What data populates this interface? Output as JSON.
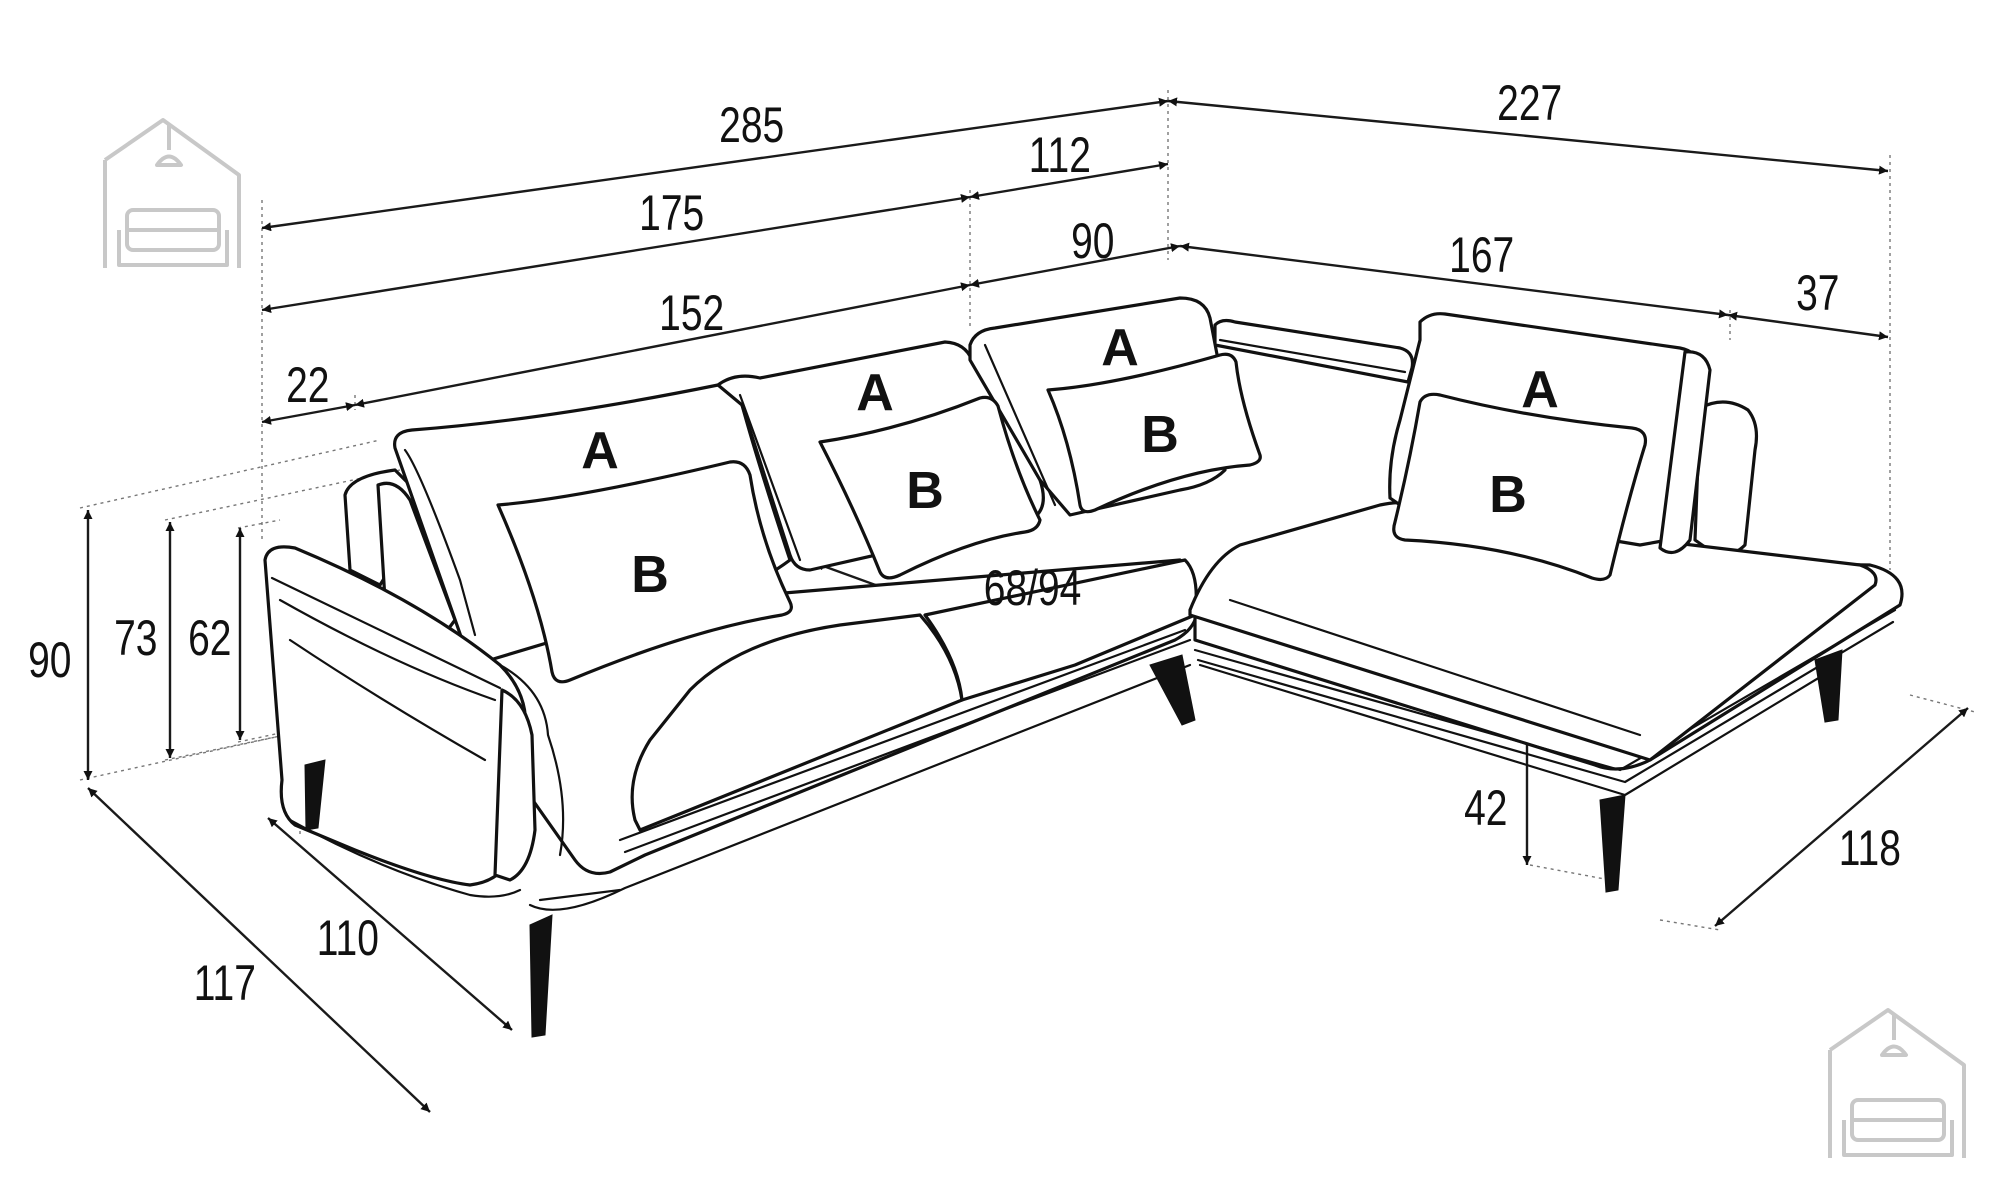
{
  "dimensions": {
    "overall_length": "285",
    "chaise_length": "227",
    "corner_module": "112",
    "seat_section": "175",
    "corner_seat": "90",
    "chaise_seat": "167",
    "chaise_arm": "37",
    "inner_seat": "152",
    "armrest": "22",
    "total_height": "90",
    "back_height": "73",
    "arm_height": "62",
    "seat_height": "42",
    "seat_depth": "68/94",
    "inner_depth": "110",
    "total_depth": "117",
    "chaise_depth": "118"
  },
  "pillows": {
    "back_label": "A",
    "decor_label": "B"
  },
  "icons": [
    "house-sofa-logo-icon",
    "house-sofa-logo-icon"
  ],
  "colors": {
    "line": "#111111",
    "logo": "#c8c8c8",
    "background": "#ffffff"
  }
}
